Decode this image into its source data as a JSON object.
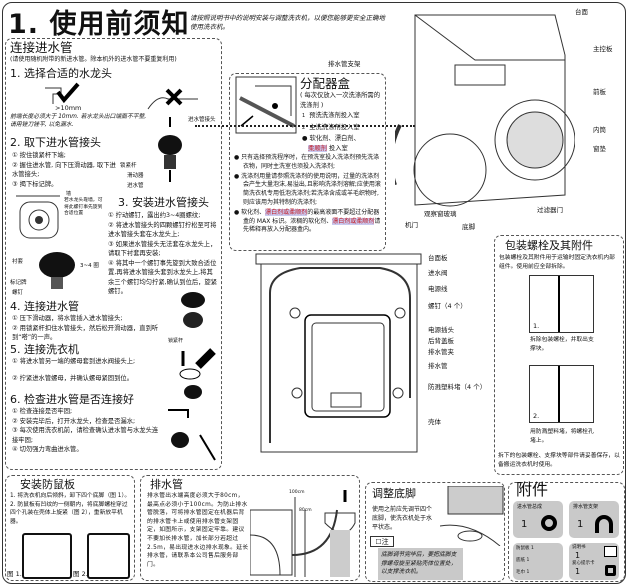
{
  "header": {
    "title": "1. 使用前须知",
    "subtitle": "请按照说明书中的说明安装与调整洗衣机，以便您能够更安全正确地使用洗衣机。"
  },
  "inlet": {
    "title": "连接进水管",
    "note": "(请使用随机附带的新进水管。除本机外的进水管不要重复利用)",
    "s1": {
      "title": "1. 选择合适的水龙头",
      "dim": ">10mm",
      "note": "前端长度必须大于 10mm. 若水龙头出口端面不平整, 请用锉刀锉平, 以免漏水."
    },
    "s2": {
      "title": "2. 取下进水管接头",
      "items": [
        "① 按住锁紧杆下端;",
        "② 握住进水管, 向下压滑动器, 取下进水管接头;",
        "③ 揭下标记牌。"
      ],
      "labels": [
        "进水管接头",
        "锁紧杆",
        "滑动器",
        "进水管"
      ]
    },
    "wall_labels": [
      "墙",
      "若水龙头靠墙，可将此螺钉事先旋到合适位置"
    ],
    "s3": {
      "title": "3. 安装进水管接头",
      "items": [
        "① 拧动螺钉，露出约3~4圈螺纹;",
        "② 将进水管接头的四颗螺钉拧松至可将进水管接头套在水龙头上;",
        "③ 如果进水管接头无法套在水龙头上，请取下衬套再安装;",
        "④ 将其中一个螺钉事先旋到大致合适位置,再将进水管接头套到水龙头上,将其余三个螺钉均匀拧紧,确认到位后，旋紧螺钉。"
      ],
      "labels": [
        "衬套",
        "标记牌",
        "螺钉",
        "3~4 圈"
      ]
    },
    "s4": {
      "title": "4. 连接进水管",
      "items": [
        "① 压下滑动器，将水管插入进水管接头;",
        "② 用锁紧杆扣住水管接头，然后松开滑动器，直到听到“嗒”的一声。"
      ],
      "label": "锁紧杆"
    },
    "s5": {
      "title": "5. 连接洗衣机",
      "items": [
        "① 将进水管另一端的螺母套到进水阀接头上;",
        "② 拧紧进水管螺母，并确认螺母紧固到位。"
      ]
    },
    "s6": {
      "title": "6. 检查进水管是否连接好",
      "items": [
        "① 检查连接是否牢固;",
        "② 安装完毕后，打开水龙头，检查是否漏水;",
        "③ 每次使用洗衣机前，请检查确认进水管与水龙头连接牢固;",
        "④ 切勿强力弯曲进水管。"
      ]
    }
  },
  "dispenser": {
    "title": "分配器盒",
    "note": "( 每次仅放入一次洗涤所需的洗涤剂 )",
    "legend": [
      {
        "mark": "1",
        "text": "预洗洗涤剂投入室"
      },
      {
        "mark": "2",
        "text": "主洗洗涤剂投入室"
      },
      {
        "mark": "●",
        "text": "软化剂、漂白剂、",
        "hl": "柔顺剂",
        "after": " 投入室"
      }
    ],
    "bullets": [
      {
        "text": "只有选择预洗程序时，在预洗室投入洗涤剂预先洗涤衣物，同时主洗室也须投入洗涤剂;"
      },
      {
        "text": "洗涤剂用量请参照洗涤剂的使用说明，过量的洗涤剂会产生大量泡沫,易溢出,且影响洗涤剂溶解;应使用滚筒洗衣机专用低泡洗涤剂;若洗涤含成或羊毛织物时,则应该用为其特制的洗涤剂;"
      },
      {
        "pre": "软化剂、",
        "hl1": "漂白剂或柔顺剂",
        "mid": "的最高液面不要超过分配器盒的 MAX 标识。浓稠的软化剂、",
        "hl2": "漂白剂或柔顺剂",
        "post": "请先稀释再放入分配器盒内。"
      }
    ]
  },
  "front": {
    "labels": [
      "台面",
      "主控板",
      "前板",
      "内筒",
      "窗垫",
      "过滤器门",
      "底脚",
      "观察窗玻璃",
      "机门",
      "排水管支架"
    ]
  },
  "back": {
    "labels": [
      "台面板",
      "进水阀",
      "电源线",
      "螺钉（4 个）",
      "电源插头",
      "后背盖板",
      "排水管夹",
      "排水管",
      "防溅塑料堵（4 个）",
      "壳体"
    ]
  },
  "packing": {
    "title": "包装螺栓及其附件",
    "intro": "包装螺栓及其附件用于运输时固定洗衣机内部组件。使用前应全部拆除。",
    "fig1": "1.",
    "cap1": "拆除包装螺栓，并取出支撑块。",
    "fig2": "2.",
    "cap2": "用防溅塑料堵，将螺栓孔堵上。",
    "outro": "拆下的包装螺栓、支撑块等部件请妥善保存，以备搬运洗衣机时使用。"
  },
  "rat": {
    "title": "安装防鼠板",
    "items": [
      "1. 将洗衣机向后倾斜，卸下四个底脚（图 1）。",
      "2. 防鼠板有凹纹的一侧朝内，将底脚螺栓穿过四个孔装在壳体上旋紧（图 2），重新放平机器。"
    ],
    "fig1": "图 1.",
    "fig2": "图 2."
  },
  "drain": {
    "title": "排水管",
    "text": "排水管出水端高度必须大于80cm，最高点必须小于100cm。为防止排水管脱落，可将排水管固定在机器后背的排水管卡上或使用排水管支架固定，如图所示，支架固定牢靠。建议不要加长排水管，加长部分若超过 2.5m，易出现进水边排水现象。延长排水管，请联系本公司售后服务部门。",
    "dims": [
      "100cm",
      "80cm"
    ]
  },
  "feet": {
    "title": "调整底脚",
    "text": "使用之前应先调节四个底脚，使洗衣机处于水平状态。",
    "note_label": "注",
    "note": "底脚调节完毕后，要把底脚支撑螺母旋至紧贴壳体位置处，以支撑洗衣机。"
  },
  "accessories": {
    "title": "附件",
    "items": [
      {
        "name": "进水管总成",
        "qty": "1"
      },
      {
        "name": "排水管支架",
        "qty": "1"
      }
    ],
    "small": [
      {
        "name": "防鼠板",
        "qty": "1"
      },
      {
        "name": "底纸",
        "qty": "1"
      },
      {
        "name": "毛巾",
        "qty": "1"
      }
    ],
    "docs": [
      {
        "name": "说明书",
        "qty": "1"
      },
      {
        "name": "爱心提示卡",
        "qty": "1"
      }
    ]
  }
}
